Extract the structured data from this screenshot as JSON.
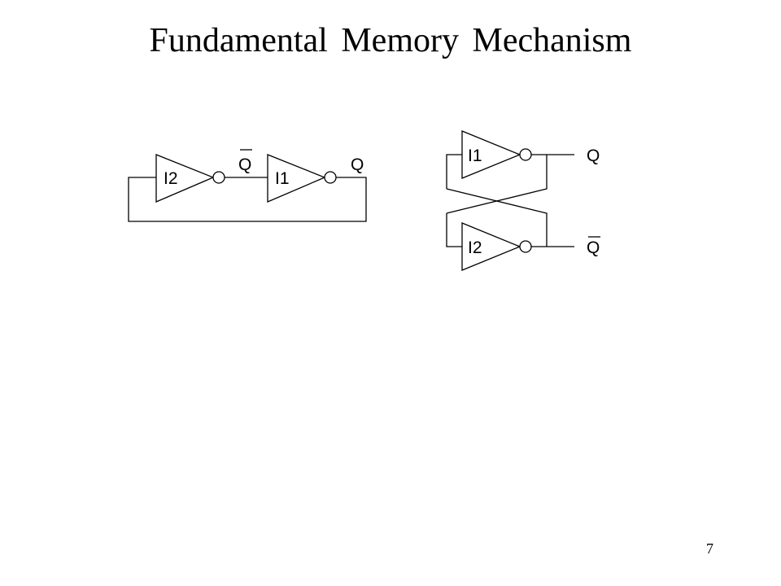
{
  "slide": {
    "title": "Fundamental Memory Mechanism",
    "page_number": "7"
  },
  "left_circuit": {
    "inverter_a_label": "I2",
    "inverter_b_label": "I1",
    "node_qbar_label": "Q",
    "node_q_label": "Q"
  },
  "right_circuit": {
    "top_inverter_label": "I1",
    "bottom_inverter_label": "I2",
    "output_q_label": "Q",
    "output_qbar_label": "Q"
  },
  "colors": {
    "background": "#ffffff",
    "ink": "#000000"
  }
}
